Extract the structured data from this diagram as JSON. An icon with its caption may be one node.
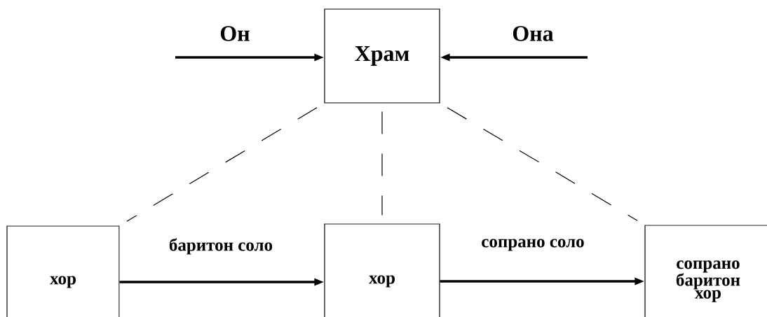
{
  "diagram": {
    "nodes": [
      {
        "text": [
          "Храм"
        ]
      },
      {
        "text": [
          "хор"
        ]
      },
      {
        "text": [
          "хор"
        ]
      },
      {
        "text": [
          "сопрано баритон хор"
        ]
      }
    ],
    "edges": [
      {
        "from": null,
        "to": 0,
        "arrow": "to",
        "label": "Он"
      },
      {
        "from": null,
        "to": 0,
        "arrow": "to",
        "label": "Она"
      },
      {
        "from": 0,
        "to": 1,
        "arrow": "none",
        "style": "dashed"
      },
      {
        "from": 0,
        "to": 2,
        "arrow": "none",
        "style": "dashed"
      },
      {
        "from": 0,
        "to": 3,
        "arrow": "none",
        "style": "dashed"
      },
      {
        "from": 1,
        "to": 2,
        "arrow": "to",
        "label": "баритон соло"
      },
      {
        "from": 2,
        "to": 3,
        "arrow": "to",
        "label": "сопрано соло"
      }
    ]
  }
}
